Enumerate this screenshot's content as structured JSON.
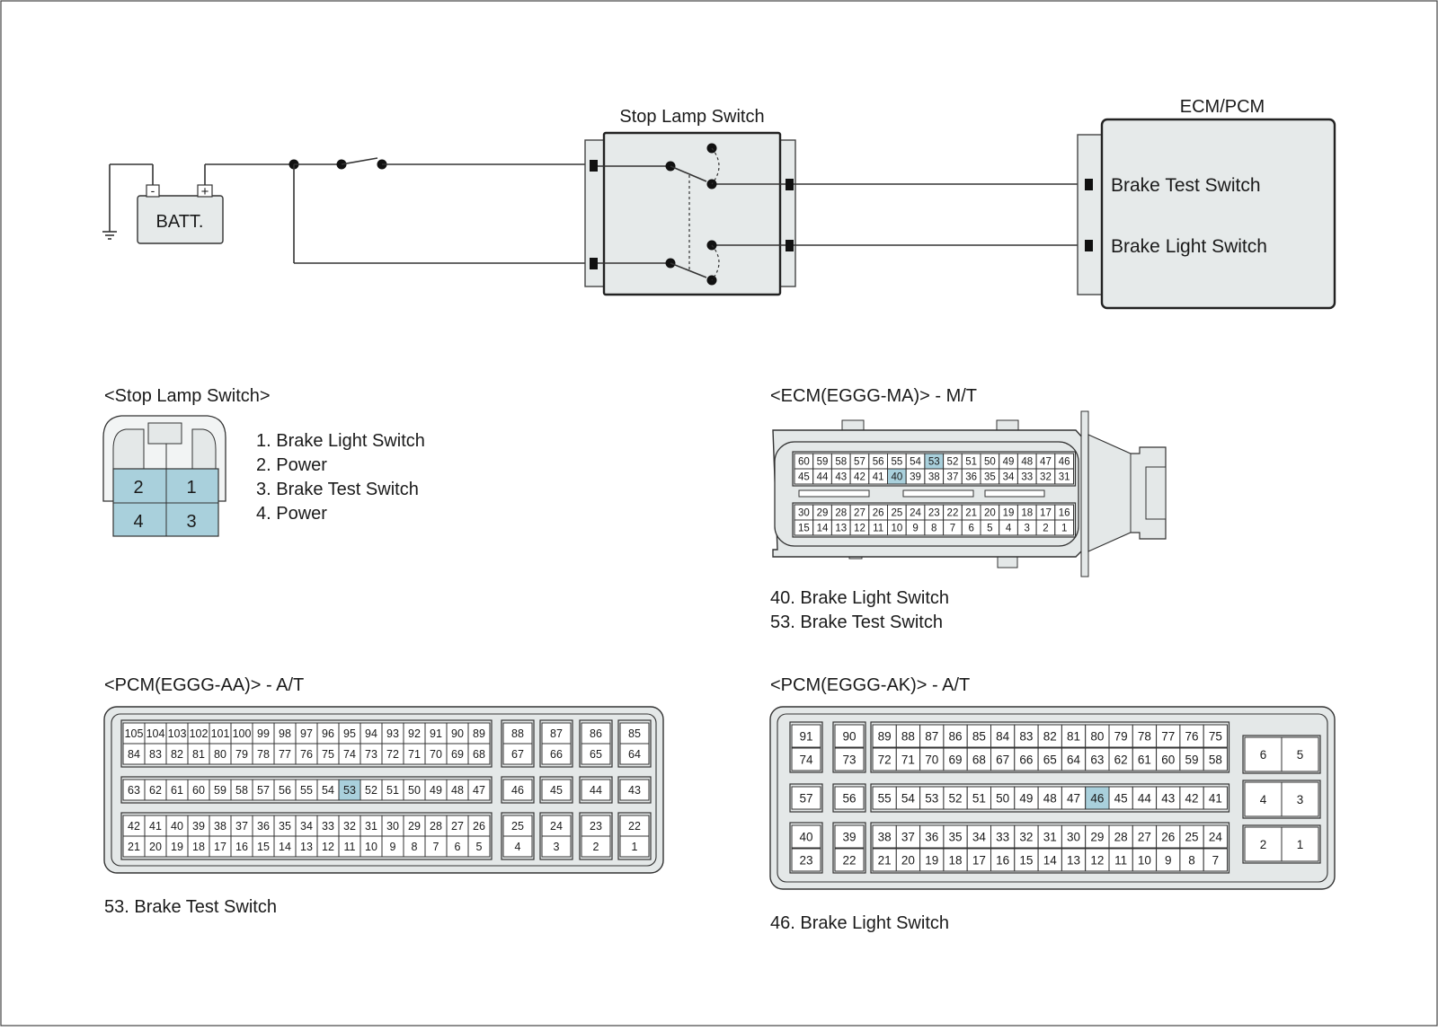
{
  "schematic": {
    "battery_label": "BATT.",
    "battery_minus": "-",
    "battery_plus": "+",
    "stop_lamp_switch_label": "Stop Lamp Switch",
    "ecm_label": "ECM/PCM",
    "ecm_pins": [
      "Brake Test Switch",
      "Brake Light Switch"
    ]
  },
  "stop_lamp_connector": {
    "title": "<Stop Lamp Switch>",
    "pins": [
      [
        "2",
        "1"
      ],
      [
        "4",
        "3"
      ]
    ],
    "legend": [
      "1. Brake Light Switch",
      "2. Power",
      "3. Brake Test Switch",
      "4. Power"
    ]
  },
  "ecm_connector": {
    "title": "<ECM(EGGG-MA)> - M/T",
    "rows": [
      [
        "60",
        "59",
        "58",
        "57",
        "56",
        "55",
        "54",
        "53",
        "52",
        "51",
        "50",
        "49",
        "48",
        "47",
        "46"
      ],
      [
        "45",
        "44",
        "43",
        "42",
        "41",
        "40",
        "39",
        "38",
        "37",
        "36",
        "35",
        "34",
        "33",
        "32",
        "31"
      ],
      [
        "30",
        "29",
        "28",
        "27",
        "26",
        "25",
        "24",
        "23",
        "22",
        "21",
        "20",
        "19",
        "18",
        "17",
        "16"
      ],
      [
        "15",
        "14",
        "13",
        "12",
        "11",
        "10",
        "9",
        "8",
        "7",
        "6",
        "5",
        "4",
        "3",
        "2",
        "1"
      ]
    ],
    "highlighted": [
      "53",
      "40"
    ],
    "legend": [
      "40. Brake Light Switch",
      "53. Brake Test Switch"
    ]
  },
  "pcm_aa_connector": {
    "title": "<PCM(EGGG-AA)> - A/T",
    "groups": [
      [
        [
          "105",
          "104",
          "103",
          "102",
          "101",
          "100",
          "99",
          "98",
          "97",
          "96",
          "95",
          "94",
          "93",
          "92",
          "91",
          "90",
          "89"
        ],
        [
          "84",
          "83",
          "82",
          "81",
          "80",
          "79",
          "78",
          "77",
          "76",
          "75",
          "74",
          "73",
          "72",
          "71",
          "70",
          "69",
          "68"
        ]
      ],
      [
        [
          "63",
          "62",
          "61",
          "60",
          "59",
          "58",
          "57",
          "56",
          "55",
          "54",
          "53",
          "52",
          "51",
          "50",
          "49",
          "48",
          "47"
        ]
      ],
      [
        [
          "42",
          "41",
          "40",
          "39",
          "38",
          "37",
          "36",
          "35",
          "34",
          "33",
          "32",
          "31",
          "30",
          "29",
          "28",
          "27",
          "26"
        ],
        [
          "21",
          "20",
          "19",
          "18",
          "17",
          "16",
          "15",
          "14",
          "13",
          "12",
          "11",
          "10",
          "9",
          "8",
          "7",
          "6",
          "5"
        ]
      ]
    ],
    "side_groups": [
      [
        [
          "88",
          "87",
          "86",
          "85"
        ],
        [
          "67",
          "66",
          "65",
          "64"
        ]
      ],
      [
        [
          "46",
          "45",
          "44",
          "43"
        ]
      ],
      [
        [
          "25",
          "24",
          "23",
          "22"
        ],
        [
          "4",
          "3",
          "2",
          "1"
        ]
      ]
    ],
    "highlighted": [
      "53"
    ],
    "legend": [
      "53. Brake Test Switch"
    ]
  },
  "pcm_ak_connector": {
    "title": "<PCM(EGGG-AK)> - A/T",
    "singles": [
      [
        [
          "91",
          "74"
        ],
        [
          "90",
          "73"
        ]
      ],
      [
        [
          "57"
        ],
        [
          "56"
        ]
      ],
      [
        [
          "40",
          "23"
        ],
        [
          "39",
          "22"
        ]
      ]
    ],
    "groups": [
      [
        [
          "89",
          "88",
          "87",
          "86",
          "85",
          "84",
          "83",
          "82",
          "81",
          "80",
          "79",
          "78",
          "77",
          "76",
          "75"
        ],
        [
          "72",
          "71",
          "70",
          "69",
          "68",
          "67",
          "66",
          "65",
          "64",
          "63",
          "62",
          "61",
          "60",
          "59",
          "58"
        ]
      ],
      [
        [
          "55",
          "54",
          "53",
          "52",
          "51",
          "50",
          "49",
          "48",
          "47",
          "46",
          "45",
          "44",
          "43",
          "42",
          "41"
        ]
      ],
      [
        [
          "38",
          "37",
          "36",
          "35",
          "34",
          "33",
          "32",
          "31",
          "30",
          "29",
          "28",
          "27",
          "26",
          "25",
          "24"
        ],
        [
          "21",
          "20",
          "19",
          "18",
          "17",
          "16",
          "15",
          "14",
          "13",
          "12",
          "11",
          "10",
          "9",
          "8",
          "7"
        ]
      ]
    ],
    "right_pairs": [
      [
        "6",
        "5"
      ],
      [
        "4",
        "3"
      ],
      [
        "2",
        "1"
      ]
    ],
    "highlighted": [
      "46"
    ],
    "legend": [
      "46. Brake Light Switch"
    ]
  },
  "colors": {
    "highlight": "#a9d0dc",
    "connector_fill": "#e4e8e8",
    "line": "#333333"
  }
}
